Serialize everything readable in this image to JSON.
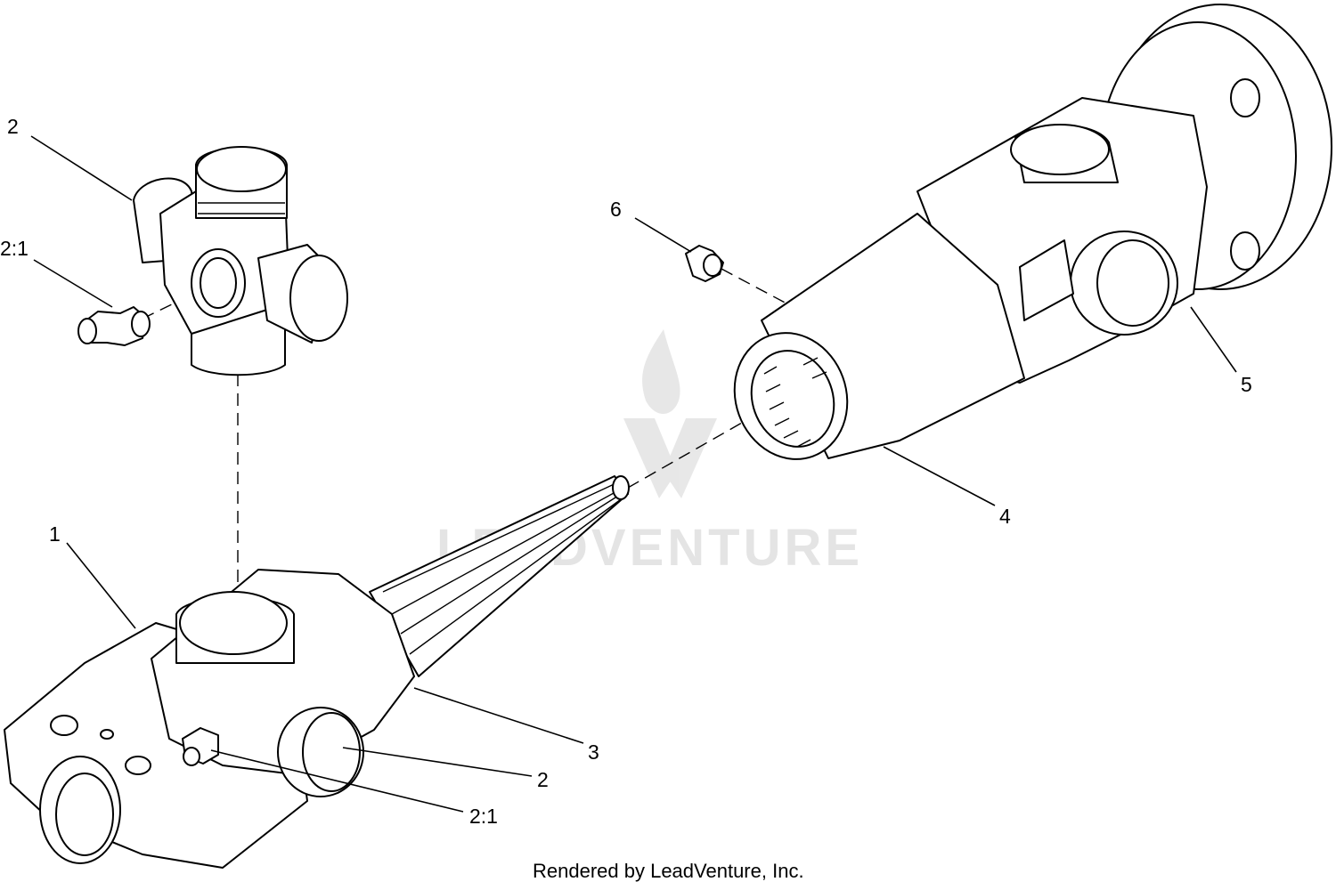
{
  "callouts": {
    "c1": "1",
    "c2_top": "2",
    "c2_1_top": "2:1",
    "c3": "3",
    "c2_bottom": "2",
    "c2_1_bottom": "2:1",
    "c4": "4",
    "c5": "5",
    "c6": "6"
  },
  "watermark": "LEADVENTURE",
  "credit": "Rendered by LeadVenture, Inc.",
  "icons": {
    "watermark_logo": "flame-v-logo-icon"
  }
}
